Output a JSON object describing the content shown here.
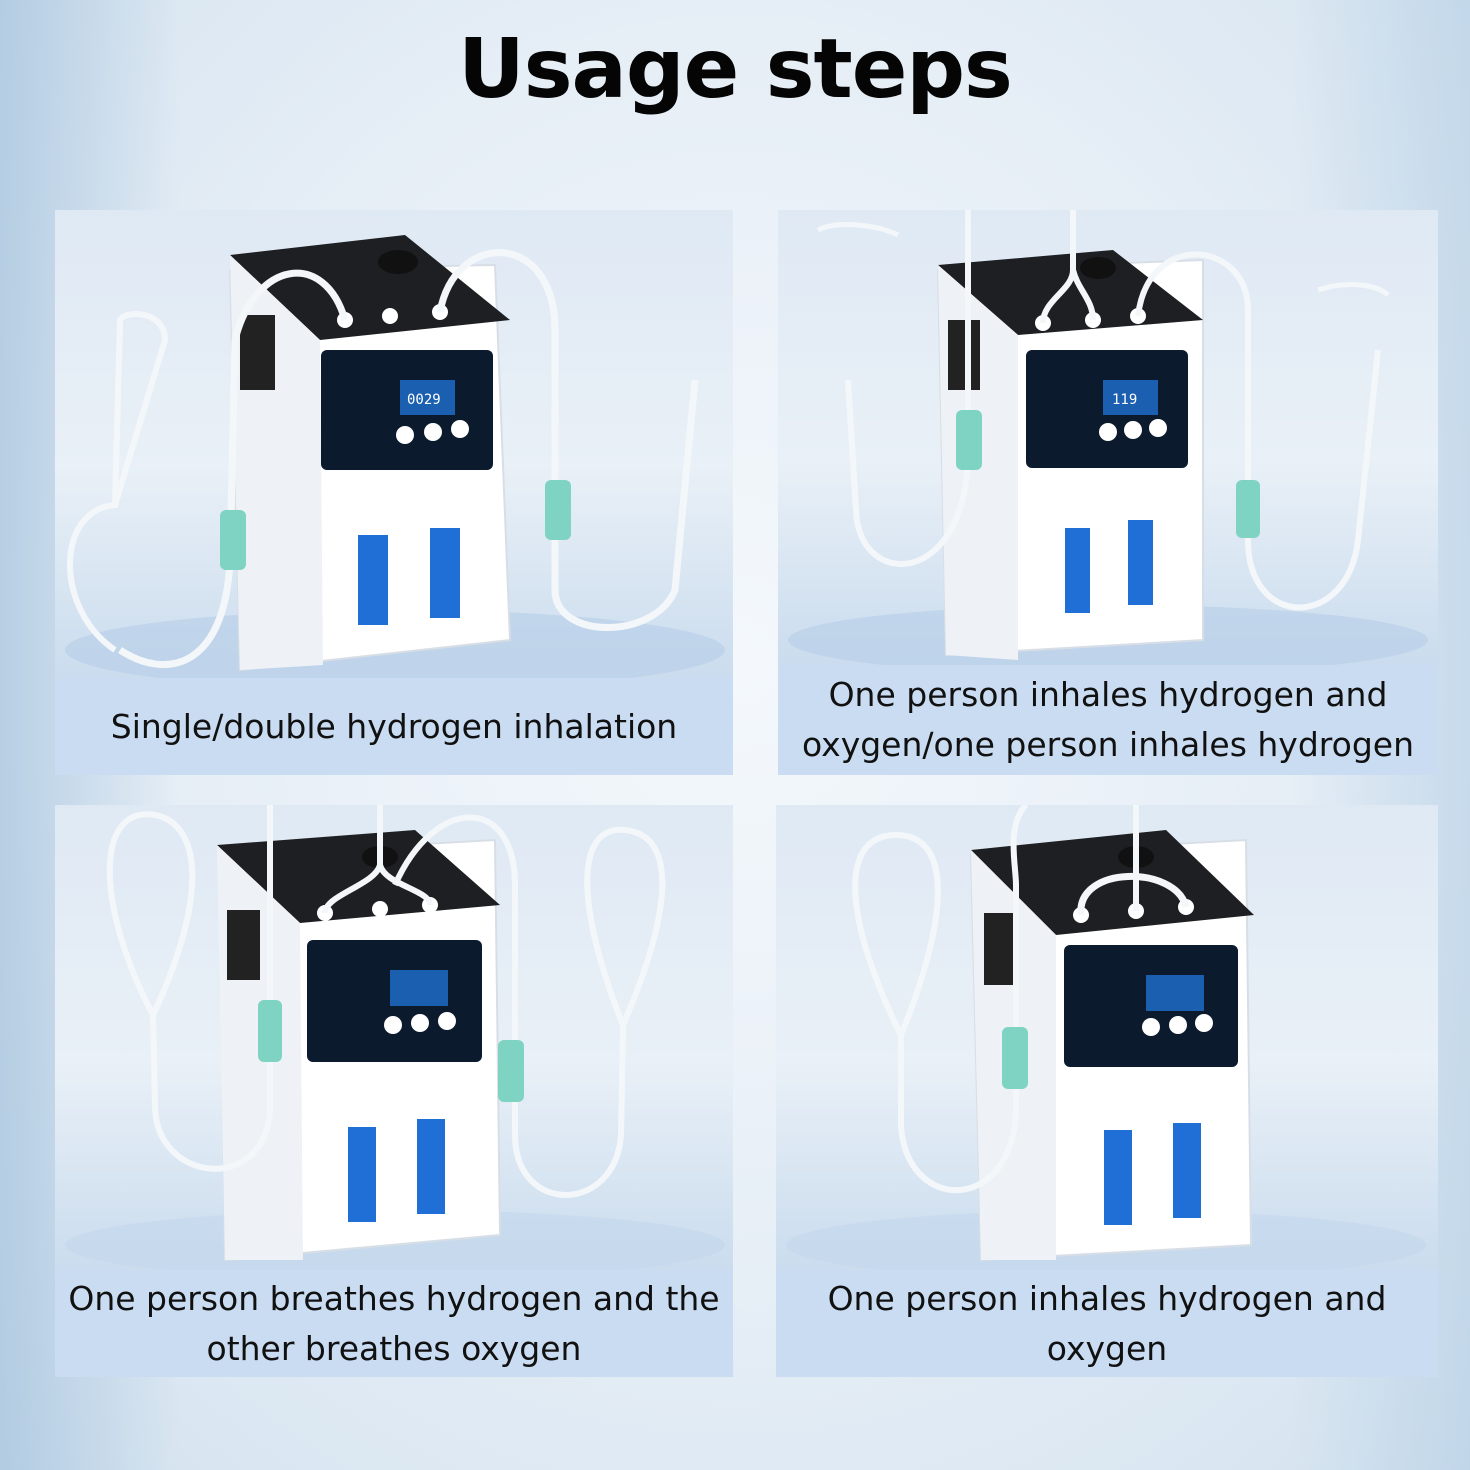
{
  "title": "Usage steps",
  "panels": [
    {
      "caption": "Single/double hydrogen inhalation",
      "device_screen": "0029"
    },
    {
      "caption": "One person inhales hydrogen and oxygen/one person inhales hydrogen",
      "device_screen": "119"
    },
    {
      "caption": "One person breathes hydrogen and the other breathes oxygen"
    },
    {
      "caption": "One person inhales hydrogen and oxygen"
    }
  ],
  "colors": {
    "caption_band": "#c9dcf2",
    "device_body": "#ffffff",
    "device_top": "#1e1f22",
    "device_screen": "#0c1a2e",
    "water_window": "#1f6fd6",
    "filter_cup": "#7fd3c3",
    "tube": "#f4f7fa"
  }
}
